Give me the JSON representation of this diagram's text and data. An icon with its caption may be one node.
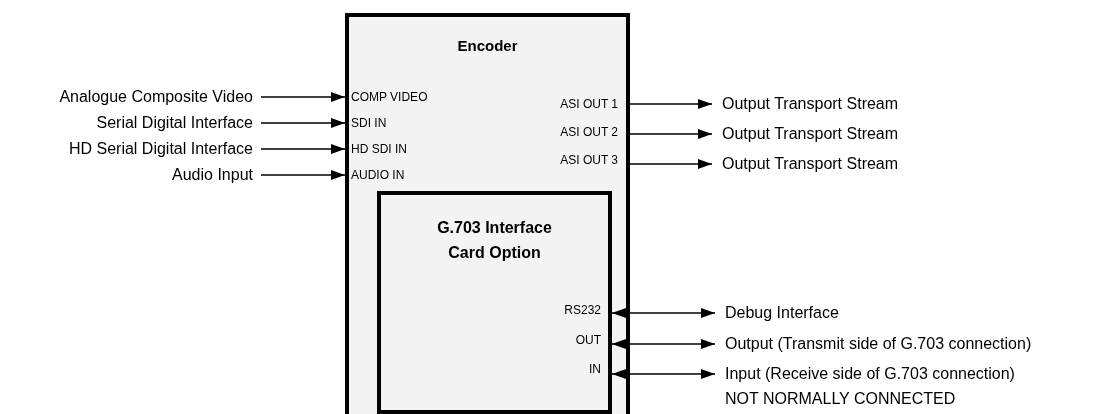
{
  "diagram": {
    "nodes": [
      {
        "text": [
          "Encoder"
        ]
      },
      {
        "text": [
          "G.703 Interface Card Option"
        ],
        "in": 0
      },
      {
        "text": [
          "Analogue Composite Video"
        ]
      },
      {
        "text": [
          "Serial Digital Interface"
        ]
      },
      {
        "text": [
          "HD Serial Digital Interface"
        ]
      },
      {
        "text": [
          "Audio Input"
        ]
      },
      {
        "text": [
          "Output Transport Stream"
        ]
      },
      {
        "text": [
          "Output Transport Stream"
        ]
      },
      {
        "text": [
          "Output Transport Stream"
        ]
      },
      {
        "text": [
          "Debug Interface"
        ]
      },
      {
        "text": [
          "Output (Transmit side of G.703 connection)"
        ]
      },
      {
        "text": [
          "Input (Receive side of G.703 connection)"
        ],
        "beside": [
          "NOT NORMALLY CONNECTED"
        ]
      }
    ],
    "edges": [
      {
        "from": 2,
        "to": 0,
        "arrow": "to"
      },
      {
        "from": 3,
        "to": 0,
        "arrow": "to"
      },
      {
        "from": 4,
        "to": 0,
        "arrow": "to"
      },
      {
        "from": 5,
        "to": 0,
        "arrow": "to"
      },
      {
        "from": 0,
        "to": 6,
        "arrow": "to"
      },
      {
        "from": 0,
        "to": 7,
        "arrow": "to"
      },
      {
        "from": 0,
        "to": 8,
        "arrow": "to"
      },
      {
        "from": 1,
        "to": 9,
        "arrow": "both"
      },
      {
        "from": 1,
        "to": 10,
        "arrow": "both"
      },
      {
        "from": 1,
        "to": 11,
        "arrow": "both"
      }
    ],
    "labels": [
      "COMP VIDEO",
      "SDI IN",
      "HD SDI IN",
      "AUDIO IN",
      "ASI OUT 1",
      "ASI OUT 2",
      "ASI OUT 3",
      "RS232",
      "OUT",
      "IN"
    ]
  }
}
